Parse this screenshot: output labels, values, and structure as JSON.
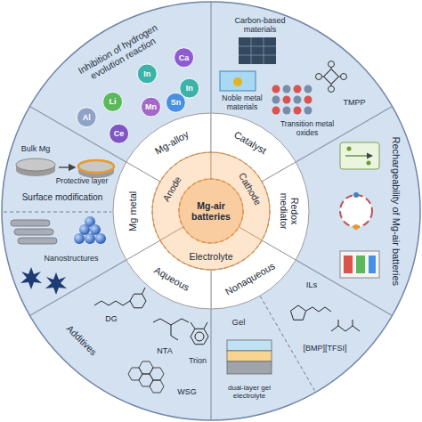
{
  "diagram": {
    "nodes": [
      {
        "text": [
          "Mg-air batteries"
        ]
      },
      {
        "text": [
          "Anode"
        ]
      },
      {
        "text": [
          "Cathode"
        ]
      },
      {
        "text": [
          "Electrolyte"
        ]
      },
      {
        "text": [
          "Mg-alloy"
        ]
      },
      {
        "text": [
          "Catalyst"
        ]
      },
      {
        "text": [
          "Redox mediator"
        ]
      },
      {
        "text": [
          "Nonaqueous"
        ]
      },
      {
        "text": [
          "Aqueous"
        ]
      },
      {
        "text": [
          "Mg metal"
        ]
      }
    ],
    "labels": [
      "Inhibition of hydrogen evolution reaction",
      "Ca",
      "In",
      "Li",
      "In",
      "Mn",
      "Al",
      "Ce",
      "Sn",
      "Carbon-based materials",
      "Noble metal materials",
      "TMPP",
      "Transition metal oxides",
      "Rechargeability of Mg-air batteries",
      "Bulk Mg",
      "Protective layer",
      "Surface modification",
      "Nanostructures",
      "Gel",
      "ILs",
      "[BMP][TFSI]",
      "dual-layer gel electrolyte",
      "DG",
      "NTA",
      "Trion",
      "WSG",
      "Additives"
    ]
  }
}
